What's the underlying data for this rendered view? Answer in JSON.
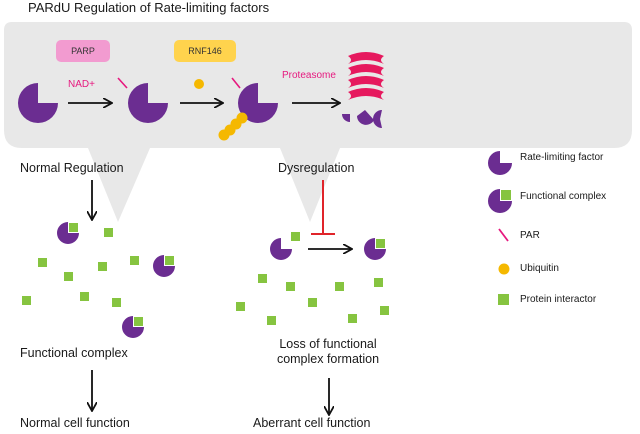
{
  "title": "PARdU Regulation of Rate-limiting factors",
  "tags": {
    "parp": "PARP",
    "rnf146": "RNF146"
  },
  "pathway": {
    "nad": "NAD+",
    "proteasome": "Proteasome"
  },
  "branches": {
    "normal": "Normal Regulation",
    "dys": "Dysregulation"
  },
  "outcomes": {
    "functional_complex": "Functional complex",
    "loss_line1": "Loss of functional",
    "loss_line2": "complex formation",
    "normal_function": "Normal cell function",
    "aberrant_function": "Aberrant cell function"
  },
  "legend": [
    {
      "key": "rate-limiting-factor",
      "label": "Rate-limiting factor"
    },
    {
      "key": "functional-complex",
      "label": "Functional complex"
    },
    {
      "key": "par",
      "label": "PAR"
    },
    {
      "key": "ubiquitin",
      "label": "Ubiquitin"
    },
    {
      "key": "protein-interactor",
      "label": "Protein interactor"
    }
  ],
  "colors": {
    "factor": "#6b2d91",
    "interactor": "#86c440",
    "par": "#e6197f",
    "ubiquitin": "#f5b800",
    "proteasome": "#e6195e",
    "inhibit": "#e0242a",
    "panel": "#e8e8e8",
    "parp_tag": "#f29bd0",
    "rnf_tag": "#ffd34d"
  }
}
